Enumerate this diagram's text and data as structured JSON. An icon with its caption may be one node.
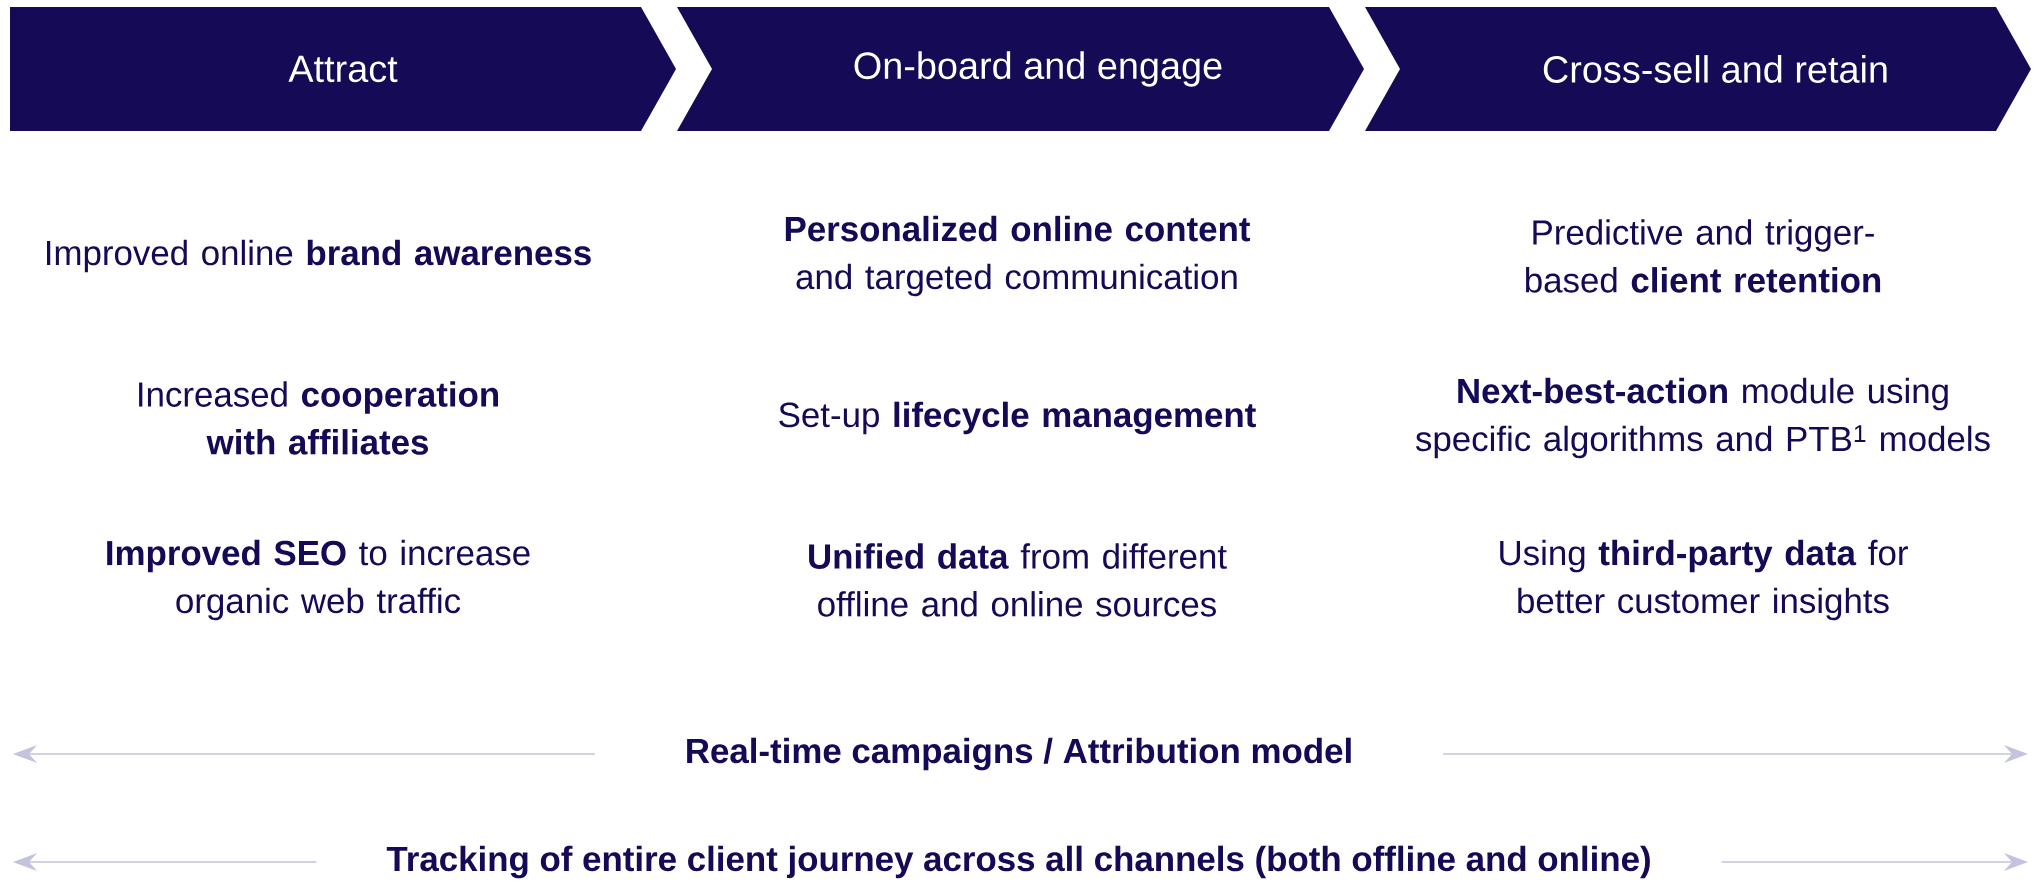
{
  "diagram": {
    "nodes": [
      {
        "text": [
          "Attract"
        ]
      },
      {
        "text": [
          "On-board and engage"
        ]
      },
      {
        "text": [
          "Cross-sell and retain"
        ]
      }
    ],
    "labels": [
      "Improved online **brand awareness**",
      "**Personalized online content** and targeted communication",
      "Predictive and trigger-based **client retention**",
      "Increased **cooperation with affiliates**",
      "Set-up **lifecycle management**",
      "**Next-best-action** module using specific algorithms and PTB$^{1}$ models",
      "**Improved SEO** to increase organic web traffic",
      "**Unified data** from different offline and online sources",
      "Using **third-party data** for better customer insights",
      "**Real-time campaigns / Attribution model**",
      "**Tracking of entire client journey across all channels (both offline and online)**"
    ]
  }
}
